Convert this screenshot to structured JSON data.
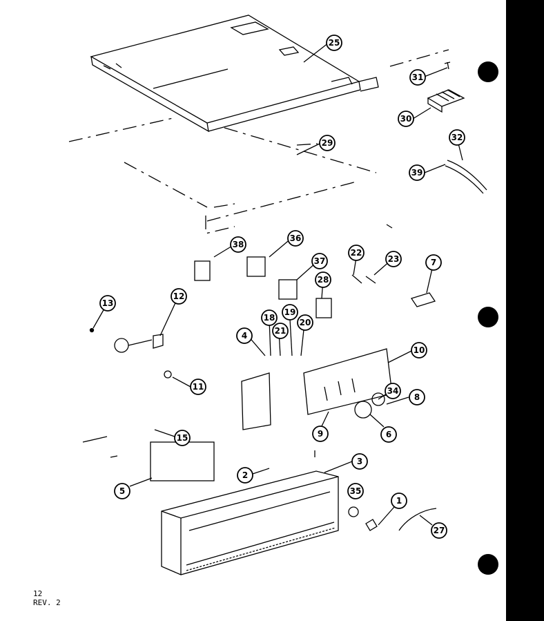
{
  "page": {
    "number": "12",
    "revision": "REV. 2"
  },
  "callouts": [
    "25",
    "31",
    "30",
    "29",
    "32",
    "39",
    "38",
    "36",
    "37",
    "22",
    "23",
    "7",
    "28",
    "13",
    "12",
    "18",
    "19",
    "21",
    "20",
    "4",
    "10",
    "11",
    "34",
    "8",
    "6",
    "9",
    "15",
    "3",
    "2",
    "5",
    "35",
    "1",
    "27"
  ],
  "colors": {
    "ink": "#000000",
    "paper": "#ffffff"
  }
}
